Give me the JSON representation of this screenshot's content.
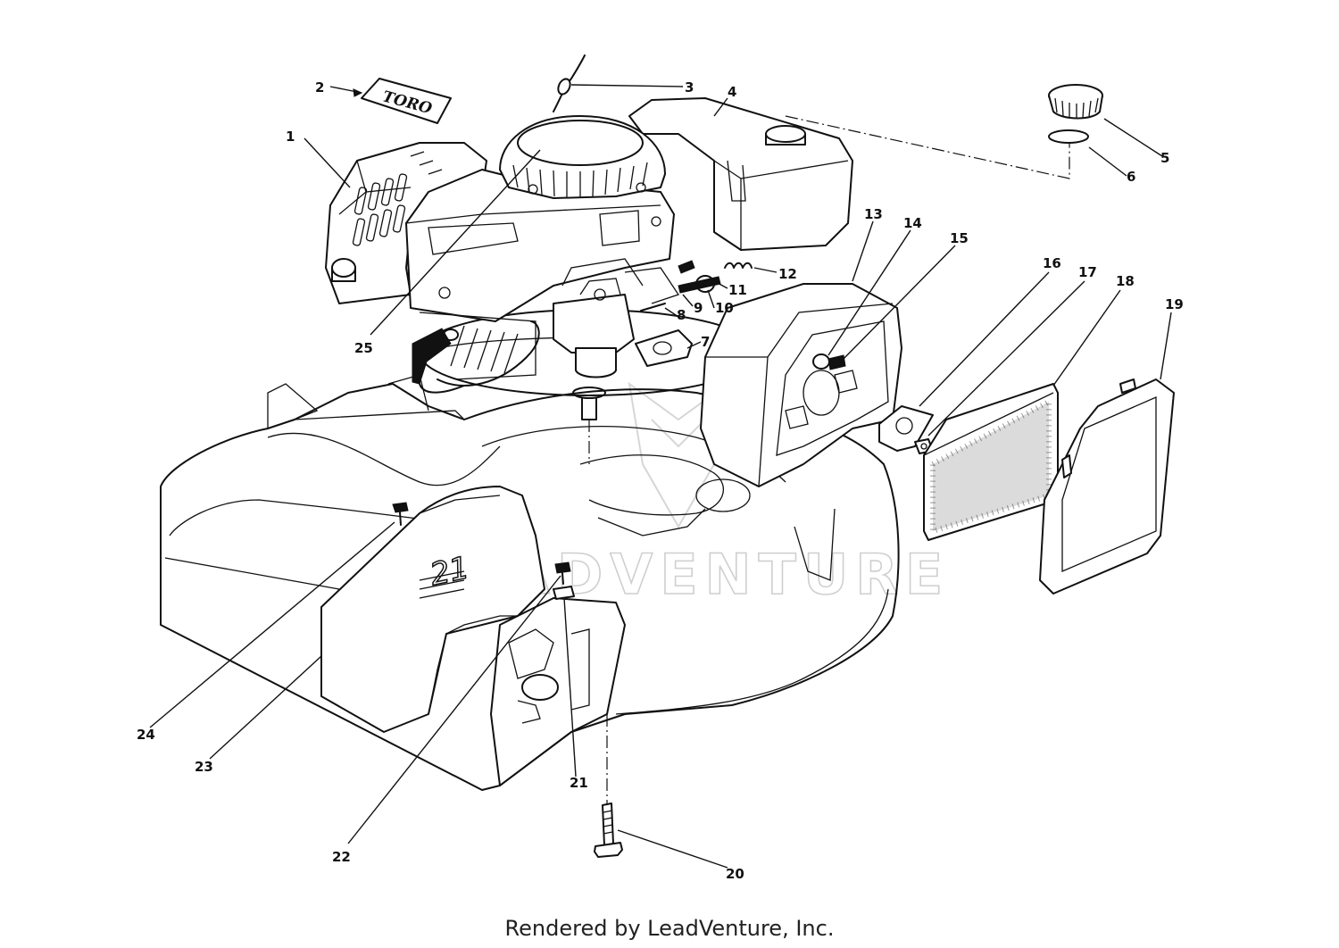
{
  "diagram": {
    "callouts": [
      "1",
      "2",
      "3",
      "4",
      "5",
      "6",
      "7",
      "8",
      "9",
      "10",
      "11",
      "12",
      "13",
      "14",
      "15",
      "16",
      "17",
      "18",
      "19",
      "20",
      "21",
      "22",
      "23",
      "24",
      "25"
    ],
    "decal_text": "TORO",
    "deck_badge": "21",
    "watermark": "LEADVENTURE"
  },
  "footer": {
    "text": "Rendered by LeadVenture, Inc."
  }
}
